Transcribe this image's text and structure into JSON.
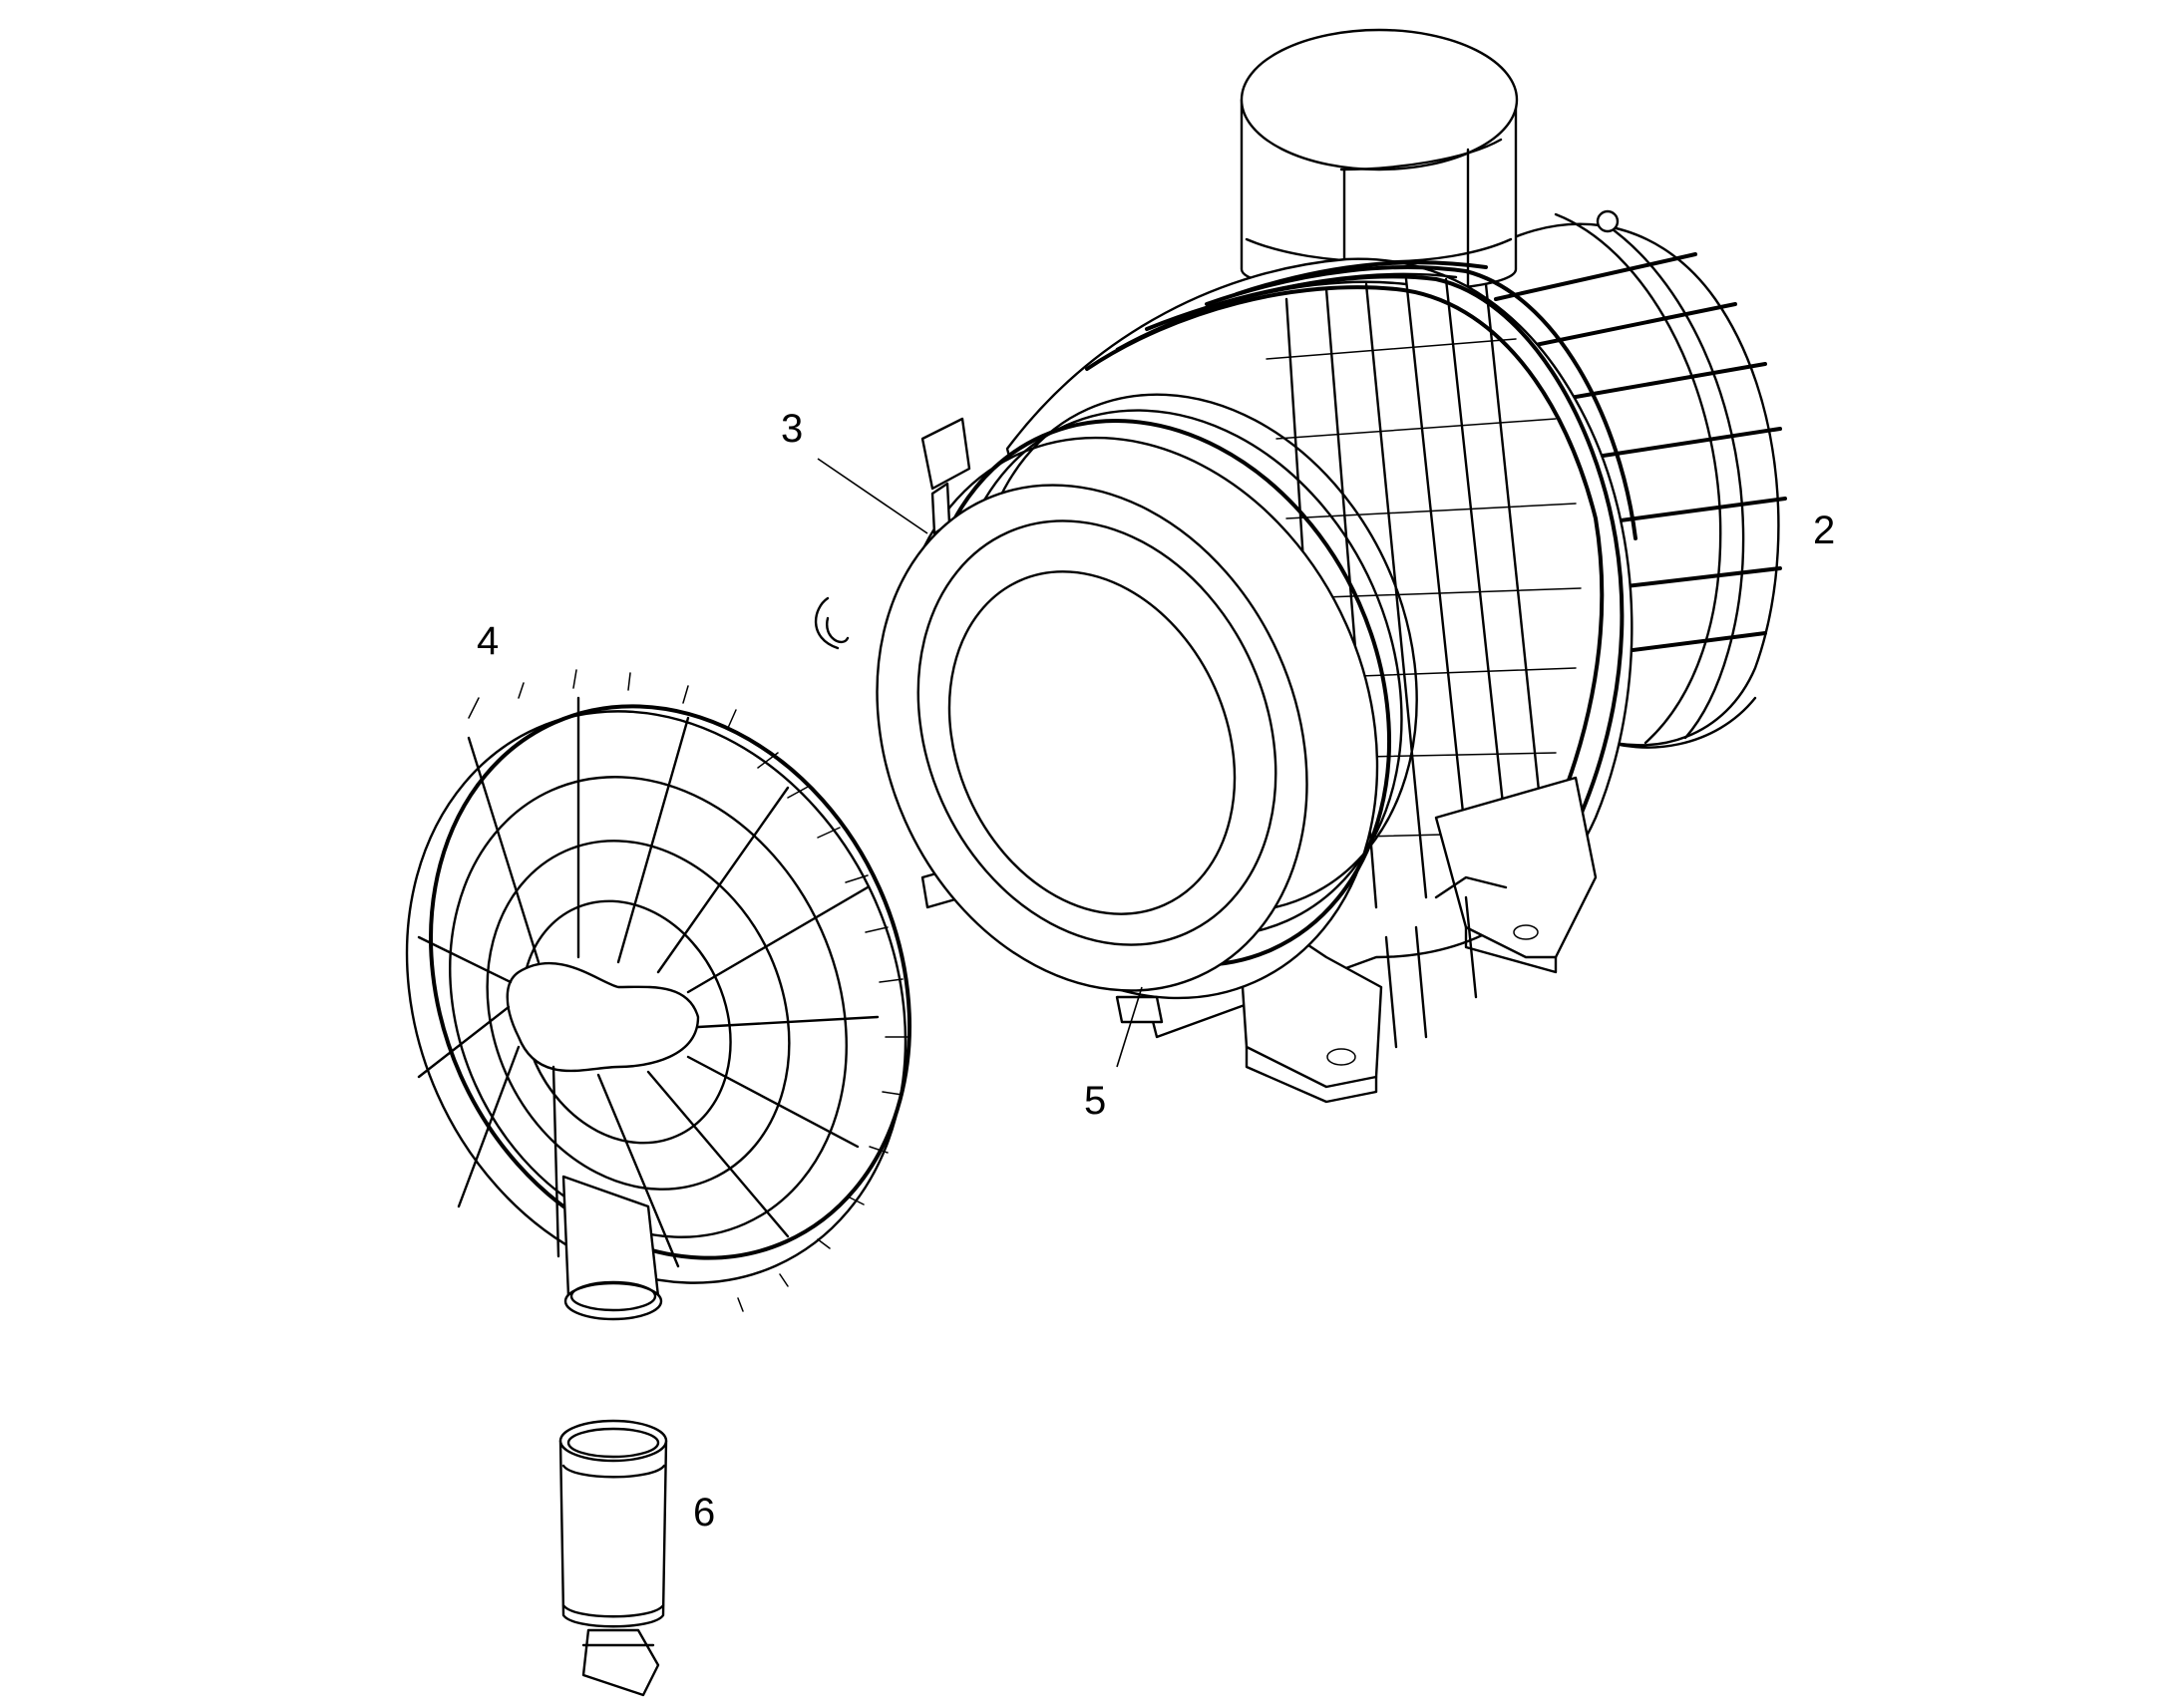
{
  "diagram": {
    "type": "exploded-parts-drawing",
    "callouts": [
      {
        "id": "callout-2",
        "label": "2"
      },
      {
        "id": "callout-3",
        "label": "3"
      },
      {
        "id": "callout-4",
        "label": "4"
      },
      {
        "id": "callout-5",
        "label": "5"
      },
      {
        "id": "callout-6",
        "label": "6"
      }
    ]
  }
}
